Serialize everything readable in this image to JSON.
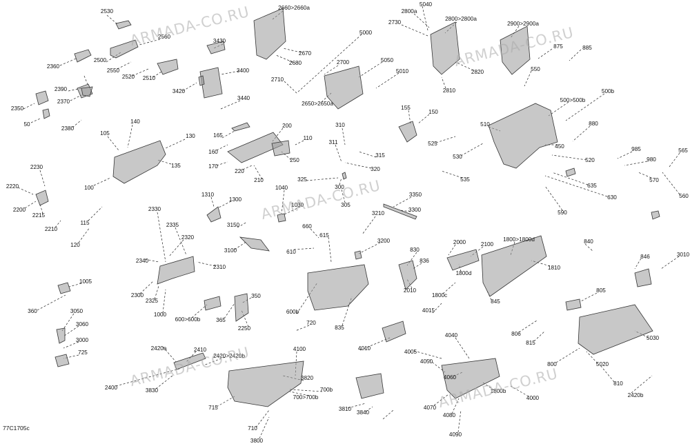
{
  "diagram": {
    "figure_code": "77C1705c",
    "watermark": "ARMADA-CO.RU",
    "callouts": [
      "2530",
      "2560",
      "2500",
      "2550",
      "2520",
      "2510",
      "2360",
      "2390",
      "2370",
      "2350",
      "50",
      "2380",
      "3430",
      "3400",
      "3420",
      "3440",
      "2660>2660a",
      "2670",
      "2680",
      "2710",
      "2700",
      "2650>2650a",
      "5040",
      "2800a",
      "2730",
      "2800>2800a",
      "2820",
      "2810",
      "2900>2900a",
      "875",
      "885",
      "550",
      "5000",
      "5050",
      "5010",
      "105",
      "140",
      "130",
      "135",
      "100",
      "165",
      "200",
      "110",
      "160",
      "170",
      "220",
      "250",
      "210",
      "310",
      "311",
      "315",
      "320",
      "325",
      "300",
      "305",
      "155",
      "150",
      "525",
      "530",
      "535",
      "510",
      "500>500b",
      "500b",
      "880",
      "450",
      "520",
      "635",
      "630",
      "590",
      "985",
      "980",
      "570",
      "565",
      "560",
      "2230",
      "2220",
      "2200",
      "2215",
      "2210",
      "115",
      "120",
      "1310",
      "1300",
      "1040",
      "1030",
      "3150",
      "3100",
      "660",
      "610",
      "615",
      "3350",
      "3300",
      "3210",
      "3200",
      "2330",
      "2335",
      "2320",
      "2340",
      "2310",
      "2300",
      "2325",
      "1000",
      "1005",
      "360",
      "350",
      "365",
      "2250",
      "600>600b",
      "600b",
      "835",
      "830",
      "836",
      "2010",
      "2000",
      "2100",
      "1800d",
      "1800>1800d",
      "1810",
      "1800c",
      "845",
      "840",
      "846",
      "3010",
      "3050",
      "3060",
      "3000",
      "725",
      "720",
      "4100",
      "4010",
      "4015",
      "4040",
      "4005",
      "4050",
      "4060",
      "4000",
      "4070",
      "4080",
      "4090",
      "1800b",
      "805",
      "806",
      "815",
      "800",
      "5030",
      "5020",
      "810",
      "2420b",
      "2420a",
      "2410",
      "2420>2420b",
      "2400",
      "3830",
      "3820",
      "700b",
      "700>700b",
      "715",
      "710",
      "3800",
      "3810",
      "3840"
    ]
  }
}
